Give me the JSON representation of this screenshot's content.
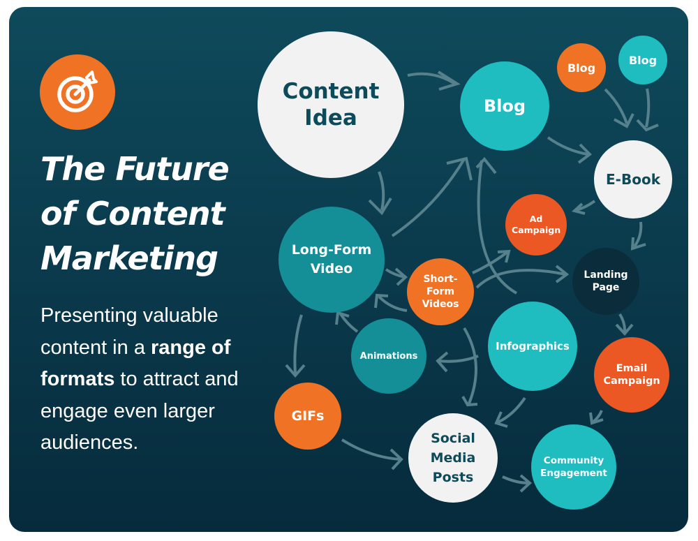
{
  "header": {
    "icon": "target-icon",
    "title_lines": [
      "The Future",
      "of Content",
      "Marketing"
    ],
    "subtitle": {
      "part1": "Presenting valuable content in a ",
      "bold": "range of formats",
      "part2": " to attract and engage even larger audiences."
    }
  },
  "colors": {
    "background_top": "#0e4a5b",
    "background_bottom": "#062b3c",
    "orange": "#f07325",
    "red_orange": "#ec5824",
    "turquoise": "#1fbcc0",
    "teal": "#148f98",
    "light": "#f2f2f2",
    "dark_node": "#0b2c3b",
    "dark_text": "#0d4a5a",
    "arrow": "#56808b"
  },
  "nodes": {
    "content_idea": "Content Idea",
    "blog_main": "Blog",
    "blog_orange": "Blog",
    "blog_small": "Blog",
    "ebook": "E-Book",
    "ad_campaign": "Ad Campaign",
    "landing_page": "Landing Page",
    "long_form_video": "Long-Form Video",
    "short_form_videos": "Short-Form Videos",
    "animations": "Animations",
    "infographics": "Infographics",
    "email_campaign": "Email Campaign",
    "gifs": "GIFs",
    "social_media_posts": "Social Media Posts",
    "community_engagement": "Community Engagement"
  },
  "edges": [
    {
      "from": "Content Idea",
      "to": "Blog"
    },
    {
      "from": "Content Idea",
      "to": "Long-Form Video"
    },
    {
      "from": "Long-Form Video",
      "to": "Blog"
    },
    {
      "from": "Blog",
      "to": "E-Book"
    },
    {
      "from": "Blog (orange)",
      "to": "E-Book"
    },
    {
      "from": "Blog (small)",
      "to": "E-Book"
    },
    {
      "from": "E-Book",
      "to": "Ad Campaign"
    },
    {
      "from": "E-Book",
      "to": "Landing Page"
    },
    {
      "from": "Long-Form Video",
      "to": "Short-Form Videos"
    },
    {
      "from": "Short-Form Videos",
      "to": "Long-Form Video"
    },
    {
      "from": "Short-Form Videos",
      "to": "Ad Campaign"
    },
    {
      "from": "Short-Form Videos",
      "to": "Landing Page"
    },
    {
      "from": "Infographics",
      "to": "Blog"
    },
    {
      "from": "Animations",
      "to": "Long-Form Video"
    },
    {
      "from": "Infographics",
      "to": "Animations"
    },
    {
      "from": "Short-Form Videos",
      "to": "Social Media Posts"
    },
    {
      "from": "Long-Form Video",
      "to": "GIFs"
    },
    {
      "from": "GIFs",
      "to": "Social Media Posts"
    },
    {
      "from": "Infographics",
      "to": "Social Media Posts"
    },
    {
      "from": "Landing Page",
      "to": "Email Campaign"
    },
    {
      "from": "Email Campaign",
      "to": "Community Engagement"
    },
    {
      "from": "Social Media Posts",
      "to": "Community Engagement"
    }
  ]
}
